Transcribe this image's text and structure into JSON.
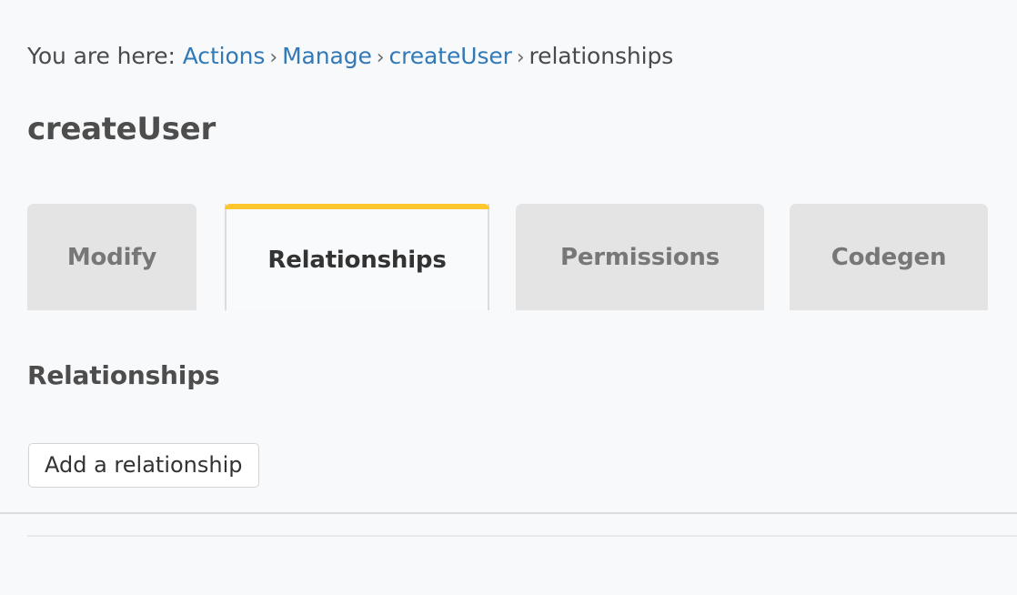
{
  "breadcrumb": {
    "prefix": "You are here:",
    "separator": "›",
    "items": [
      {
        "label": "Actions",
        "link": true
      },
      {
        "label": "Manage",
        "link": true
      },
      {
        "label": "createUser",
        "link": true
      },
      {
        "label": "relationships",
        "link": false
      }
    ],
    "link_color": "#3279b7",
    "text_color": "#444444"
  },
  "page": {
    "title": "createUser",
    "background_color": "#f7f9fb"
  },
  "tabs": {
    "active_index": 1,
    "accent_color": "#ffc62e",
    "inactive_background": "#e4e4e4",
    "inactive_text_color": "#777777",
    "active_text_color": "#333333",
    "items": [
      {
        "label": "Modify"
      },
      {
        "label": "Relationships"
      },
      {
        "label": "Permissions"
      },
      {
        "label": "Codegen"
      }
    ]
  },
  "content": {
    "heading": "Relationships",
    "add_button_label": "Add a relationship"
  }
}
